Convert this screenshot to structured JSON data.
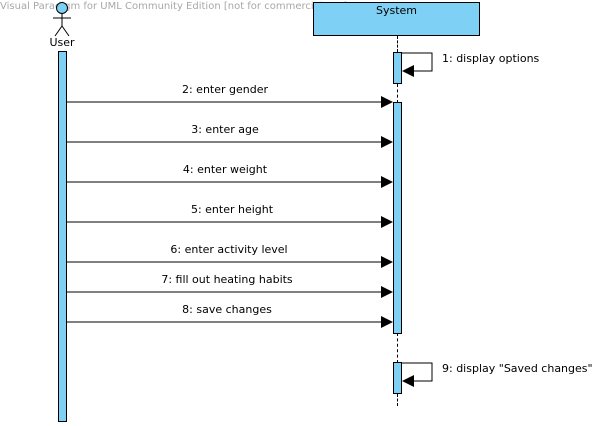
{
  "watermark": "Visual Paradigm for UML Community Edition [not for commercial use]",
  "lifelines": {
    "user": "User",
    "system": "System"
  },
  "colors": {
    "activation_fill": "#7fd0f5",
    "stroke": "#000000",
    "watermark": "#a8a8a8"
  },
  "messages": [
    {
      "label": "1: display options",
      "from": "System",
      "to": "System",
      "kind": "self"
    },
    {
      "label": "2: enter gender",
      "from": "User",
      "to": "System"
    },
    {
      "label": "3: enter age",
      "from": "User",
      "to": "System"
    },
    {
      "label": "4: enter weight",
      "from": "User",
      "to": "System"
    },
    {
      "label": "5: enter height",
      "from": "User",
      "to": "System"
    },
    {
      "label": "6: enter activity level",
      "from": "User",
      "to": "System"
    },
    {
      "label": "7: fill out heating habits",
      "from": "User",
      "to": "System"
    },
    {
      "label": "8: save changes",
      "from": "User",
      "to": "System"
    },
    {
      "label": "9: display \"Saved changes\"",
      "from": "System",
      "to": "System",
      "kind": "self"
    }
  ]
}
